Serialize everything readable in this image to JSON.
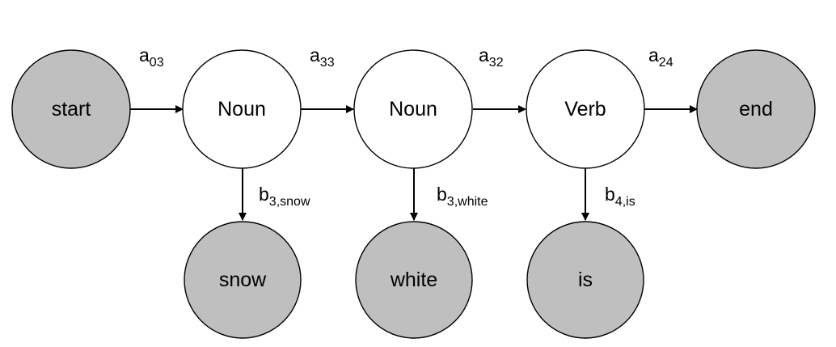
{
  "colors": {
    "shaded_node": "#bfbfbf",
    "plain_node": "#ffffff",
    "stroke": "#000000"
  },
  "nodes": {
    "start": "start",
    "noun1": "Noun",
    "noun2": "Noun",
    "verb": "Verb",
    "end": "end",
    "snow": "snow",
    "white": "white",
    "is": "is"
  },
  "transitions": {
    "a03": {
      "base": "a",
      "sub": "03"
    },
    "a33": {
      "base": "a",
      "sub": "33"
    },
    "a32": {
      "base": "a",
      "sub": "32"
    },
    "a24": {
      "base": "a",
      "sub": "24"
    }
  },
  "emissions": {
    "b_snow": {
      "base": "b",
      "sub": "3,snow"
    },
    "b_white": {
      "base": "b",
      "sub": "3,white"
    },
    "b_is": {
      "base": "b",
      "sub": "4,is"
    }
  }
}
